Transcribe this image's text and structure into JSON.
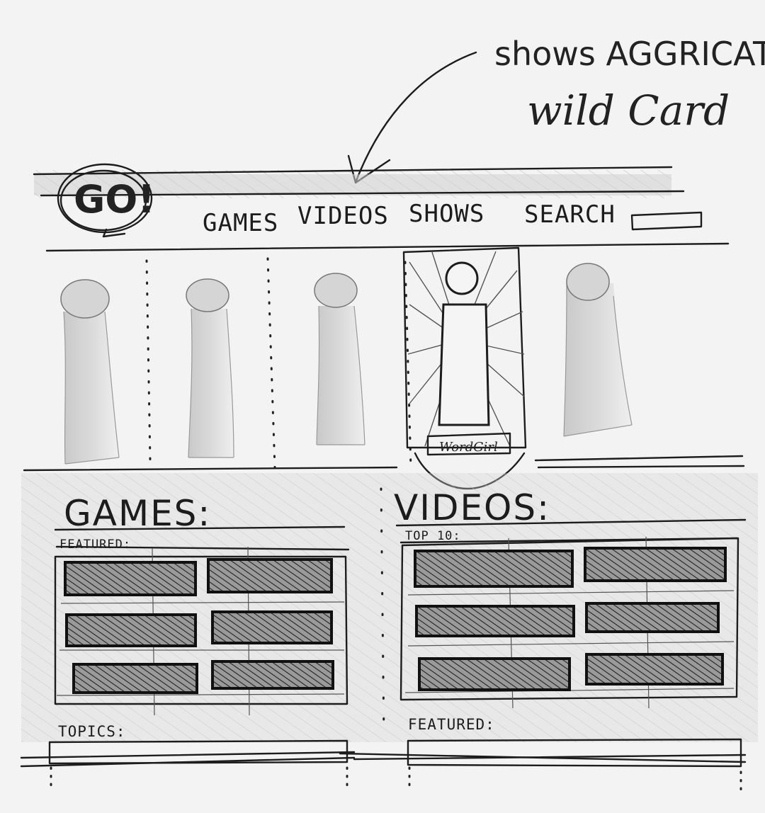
{
  "annotation": {
    "line1": "shows AGGRICATE",
    "line2": "wild Card"
  },
  "logo": {
    "text": "GO!"
  },
  "nav": {
    "games": "GAMES",
    "videos": "VIDEOS",
    "shows": "SHOWS",
    "search": "SEARCH"
  },
  "carousel": {
    "featured_label": "WordGirl"
  },
  "games_section": {
    "title": "GAMES:",
    "sublabel": "FEATURED:",
    "topics_label": "TOPICS:"
  },
  "videos_section": {
    "title": "VIDEOS:",
    "sublabel": "TOP 10:",
    "featured_label": "FEATURED:"
  }
}
